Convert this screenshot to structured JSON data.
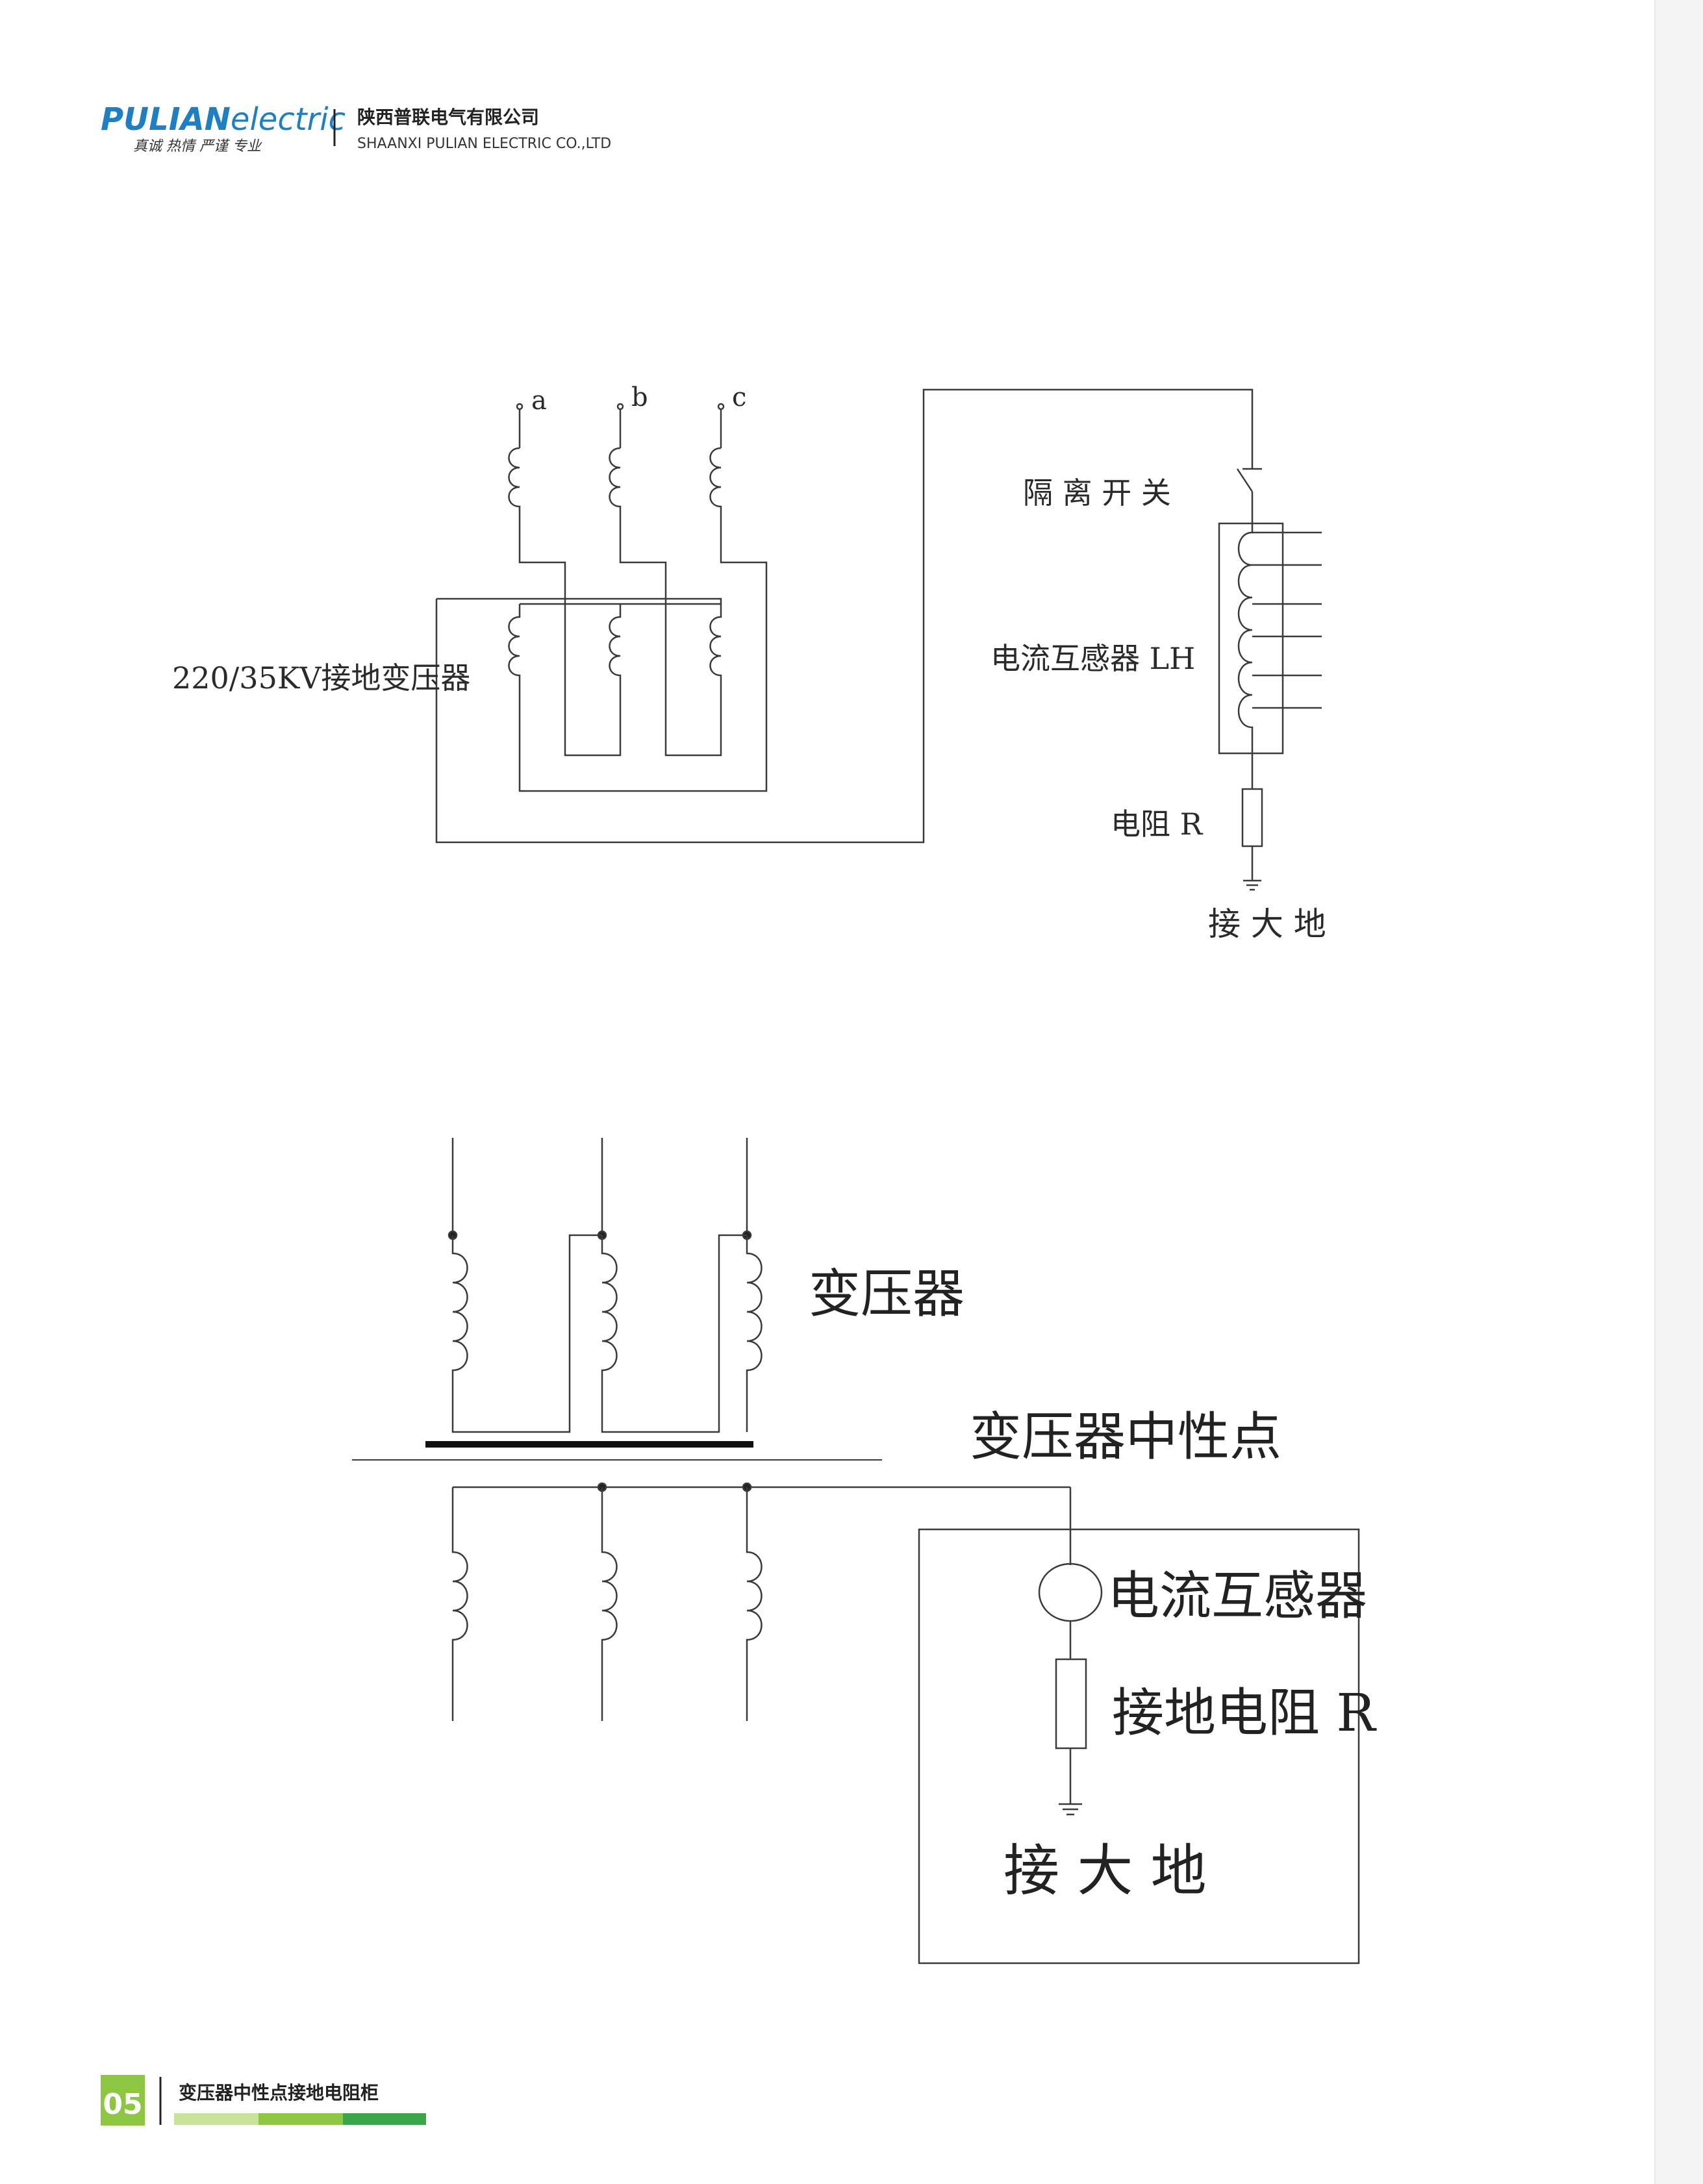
{
  "header": {
    "logo_bold": "PULIAN",
    "logo_light": "electric",
    "slogan": "真诚  热情  严谨  专业",
    "company_cn": "陕西普联电气有限公司",
    "company_en": "SHAANXI PULIAN ELECTRIC CO.,LTD"
  },
  "diagram1": {
    "phase_a": "a",
    "phase_b": "b",
    "phase_c": "c",
    "transformer_label": "220/35KV接地变压器",
    "disconnect_switch": "隔 离 开 关",
    "current_transformer": "电流互感器   LH",
    "resistor": "电阻    R",
    "ground": "接 大 地"
  },
  "diagram2": {
    "transformer": "变压器",
    "neutral_point": "变压器中性点",
    "current_transformer": "电流互感器",
    "grounding_resistor": "接地电阻 R",
    "ground": "接 大 地"
  },
  "footer": {
    "page_number": "05",
    "title": "变压器中性点接地电阻柜"
  },
  "colors": {
    "brand_blue": "#1e7fc3",
    "accent_green": "#8dc641",
    "light_green": "#c9e39a",
    "dark_green": "#3aa64a",
    "line": "#3a3a3a"
  }
}
